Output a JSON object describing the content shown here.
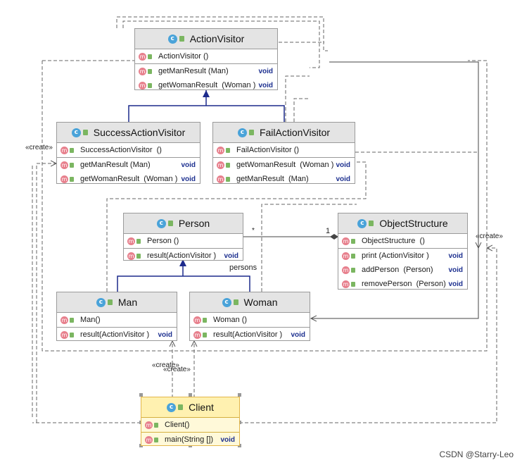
{
  "classes": {
    "action_visitor": {
      "name": "ActionVisitor",
      "methods": [
        {
          "name": "ActionVisitor ()",
          "type": ""
        },
        {
          "name": "getManResult (Man)",
          "type": "void"
        },
        {
          "name": "getWomanResult  (Woman )",
          "type": "void"
        }
      ]
    },
    "success": {
      "name": "SuccessActionVisitor",
      "methods": [
        {
          "name": "SuccessActionVisitor  ()",
          "type": ""
        },
        {
          "name": "getManResult (Man)",
          "type": "void"
        },
        {
          "name": "getWomanResult  (Woman )",
          "type": "void"
        }
      ]
    },
    "fail": {
      "name": "FailActionVisitor",
      "methods": [
        {
          "name": "FailActionVisitor ()",
          "type": ""
        },
        {
          "name": "getWomanResult  (Woman )",
          "type": "void"
        },
        {
          "name": "getManResult  (Man)",
          "type": "void"
        }
      ]
    },
    "person": {
      "name": "Person",
      "methods": [
        {
          "name": "Person ()",
          "type": ""
        },
        {
          "name": "result(ActionVisitor )",
          "type": "void"
        }
      ]
    },
    "object_structure": {
      "name": "ObjectStructure",
      "methods": [
        {
          "name": "ObjectStructure  ()",
          "type": ""
        },
        {
          "name": "print (ActionVisitor )",
          "type": "void"
        },
        {
          "name": "addPerson  (Person)",
          "type": "void"
        },
        {
          "name": "removePerson  (Person)",
          "type": "void"
        }
      ]
    },
    "man": {
      "name": "Man",
      "methods": [
        {
          "name": "Man()",
          "type": ""
        },
        {
          "name": "result(ActionVisitor )",
          "type": "void"
        }
      ]
    },
    "woman": {
      "name": "Woman",
      "methods": [
        {
          "name": "Woman ()",
          "type": ""
        },
        {
          "name": "result(ActionVisitor )",
          "type": "void"
        }
      ]
    },
    "client": {
      "name": "Client",
      "methods": [
        {
          "name": "Client()",
          "type": ""
        },
        {
          "name": "main(String [])",
          "type": "void"
        }
      ]
    }
  },
  "labels": {
    "create_left": "«create»",
    "create_right": "«create»",
    "create_client_1": "«create»",
    "create_client_2": "«create»",
    "multiplicity_many": "*",
    "multiplicity_one": "1",
    "role_persons": "persons"
  },
  "icons": {
    "class": "class-icon",
    "method": "method-icon",
    "public": "public-lock-icon"
  },
  "colors": {
    "header": "#e4e4e4",
    "inherit_arrow": "#1c2a8c",
    "void": "#1c2f8f",
    "method_icon": "#e77f8c",
    "class_icon": "#4aa3d9",
    "selected": "#fff1b0"
  },
  "watermark": "CSDN @Starry-Leo"
}
